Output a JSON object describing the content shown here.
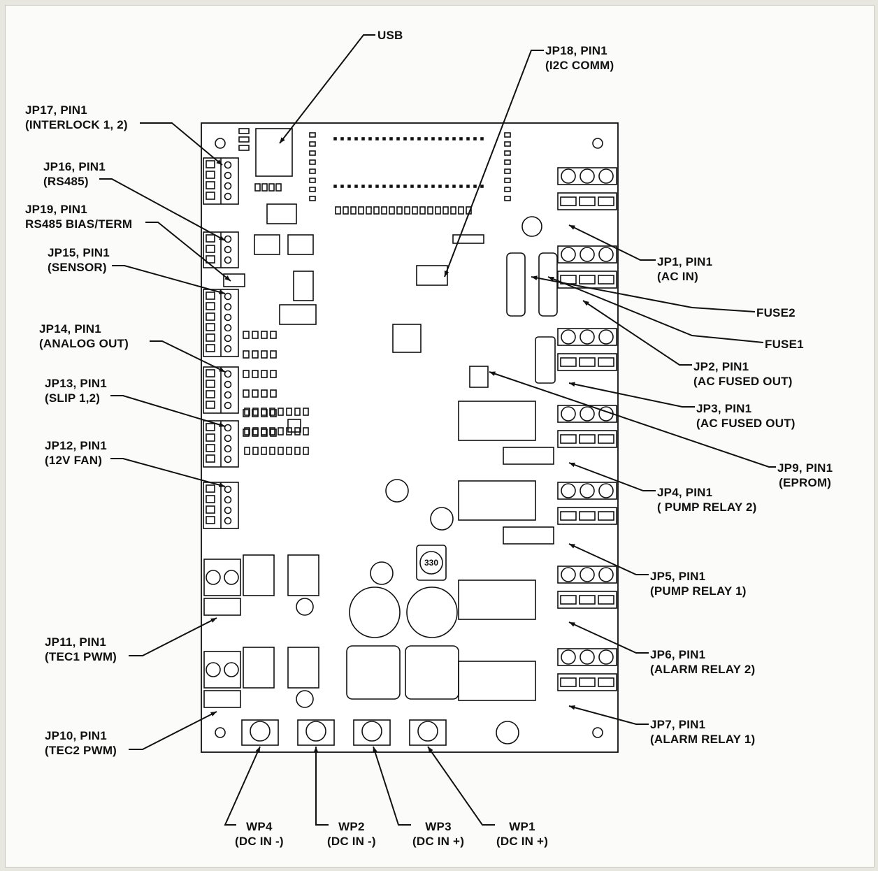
{
  "labels": {
    "usb": "USB",
    "jp18": [
      "JP18, PIN1",
      "(I2C COMM)"
    ],
    "jp17": [
      "JP17, PIN1",
      "(INTERLOCK 1, 2)"
    ],
    "jp16": [
      "JP16, PIN1",
      "(RS485)"
    ],
    "jp19": [
      "JP19, PIN1",
      "RS485 BIAS/TERM"
    ],
    "jp15": [
      "JP15, PIN1",
      "(SENSOR)"
    ],
    "jp14": [
      "JP14, PIN1",
      "(ANALOG OUT)"
    ],
    "jp13": [
      "JP13, PIN1",
      "(SLIP 1,2)"
    ],
    "jp12": [
      "JP12, PIN1",
      "(12V FAN)"
    ],
    "jp11": [
      "JP11, PIN1",
      "(TEC1 PWM)"
    ],
    "jp10": [
      "JP10, PIN1",
      "(TEC2 PWM)"
    ],
    "jp1": [
      "JP1, PIN1",
      "(AC IN)"
    ],
    "fuse2": "FUSE2",
    "fuse1": "FUSE1",
    "jp2": [
      "JP2, PIN1",
      "(AC FUSED OUT)"
    ],
    "jp3": [
      "JP3, PIN1",
      "(AC FUSED OUT)"
    ],
    "jp9": [
      "JP9, PIN1",
      "(EPROM)"
    ],
    "jp4": [
      "JP4, PIN1",
      "( PUMP RELAY 2)"
    ],
    "jp5": [
      "JP5, PIN1",
      "(PUMP RELAY 1)"
    ],
    "jp6": [
      "JP6, PIN1",
      "(ALARM RELAY 2)"
    ],
    "jp7": [
      "JP7, PIN1",
      "(ALARM RELAY 1)"
    ],
    "wp4": [
      "WP4",
      "(DC IN -)"
    ],
    "wp2": [
      "WP2",
      "(DC IN -)"
    ],
    "wp3": [
      "WP3",
      "(DC IN +)"
    ],
    "wp1": [
      "WP1",
      "(DC IN +)"
    ],
    "inductor": "330"
  }
}
